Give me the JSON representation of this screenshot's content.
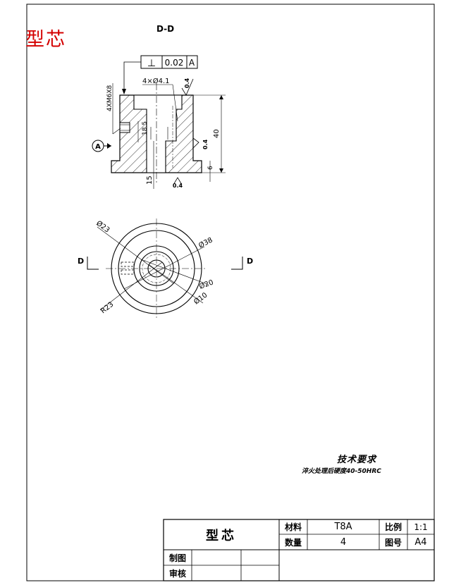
{
  "header": {
    "part_name_red": "型芯"
  },
  "section_view": {
    "section_label": "D-D",
    "fcf": {
      "symbol": "⊥",
      "tolerance": "0.02",
      "datum": "A"
    },
    "dims": {
      "holes": "4×Ø4.1",
      "tap": "4XM6X8",
      "h_18_5": "18.5",
      "h_40": "40",
      "h_15": "15",
      "h_6": "6"
    },
    "roughness": {
      "r_top": "0.4",
      "r_right": "0.4",
      "r_bottom": "0.4"
    },
    "datum_marker": "A"
  },
  "plan_view": {
    "cut_label_left": "D",
    "cut_label_right": "D",
    "dims": {
      "d23": "Ø23",
      "d38": "Ø38",
      "d20": "Ø20",
      "d10": "Ø10",
      "r23": "R23"
    }
  },
  "technical_requirements": {
    "title": "技术要求",
    "text": "淬火处理后硬度40-50HRC"
  },
  "title_block": {
    "part_name": "型芯",
    "material_label": "材料",
    "material_value": "T8A",
    "scale_label": "比例",
    "scale_value": "1:1",
    "quantity_label": "数量",
    "quantity_value": "4",
    "drawing_no_label": "图号",
    "drawing_no_value": "A4",
    "drawn_label": "制图",
    "checked_label": "审核"
  }
}
